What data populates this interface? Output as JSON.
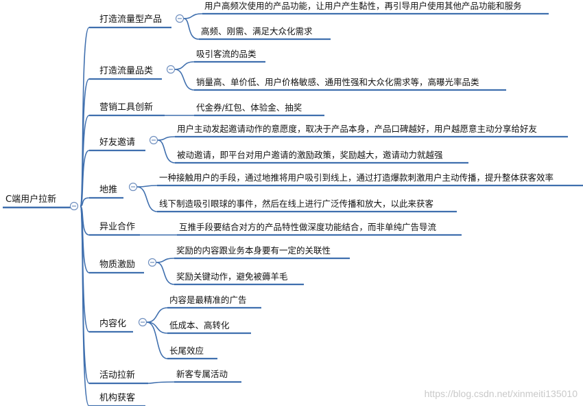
{
  "root": {
    "label": "C端用户拉新"
  },
  "branches": [
    {
      "label": "打造流量型产品",
      "children": [
        "用户高频次使用的产品功能，让用户产生黏性，再引导用户使用其他产品功能和服务",
        "高频、刚需、满足大众化需求"
      ]
    },
    {
      "label": "打造流量品类",
      "children": [
        "吸引客流的品类",
        "销量高、单价低、用户价格敏感、通用性强和大众化需求等，高曝光率品类"
      ]
    },
    {
      "label": "营销工具创新",
      "children": [
        "代金券/红包、体验金、抽奖"
      ]
    },
    {
      "label": "好友邀请",
      "children": [
        "用户主动发起邀请动作的意愿度，取决于产品本身，产品口碑越好，用户越愿意主动分享给好友",
        "被动邀请，即平台对用户邀请的激励政策，奖励越大，邀请动力就越强"
      ]
    },
    {
      "label": "地推",
      "children": [
        "一种接触用户的手段，通过地推将用户吸引到线上，通过打造爆款刺激用户主动传播，提升整体获客效率",
        "线下制造吸引眼球的事件，然后在线上进行广泛传播和放大，以此来获客"
      ]
    },
    {
      "label": "异业合作",
      "children": [
        "互推手段要结合对方的产品特性做深度功能结合，而非单纯广告导流"
      ]
    },
    {
      "label": "物质激励",
      "children": [
        "奖励的内容跟业务本身要有一定的关联性",
        "奖励关键动作，避免被薅羊毛"
      ]
    },
    {
      "label": "内容化",
      "children": [
        "内容是最精准的广告",
        "低成本、高转化",
        "长尾效应"
      ]
    },
    {
      "label": "活动拉新",
      "children": [
        "新客专属活动"
      ]
    },
    {
      "label": "机构获客",
      "children": []
    }
  ],
  "watermark": "https://blog.csdn.net/xinmeiti135010",
  "colors": {
    "line": "#3f6fae",
    "toggle": "#6f8fbf",
    "text": "#111111"
  },
  "toggle_symbol": "−"
}
